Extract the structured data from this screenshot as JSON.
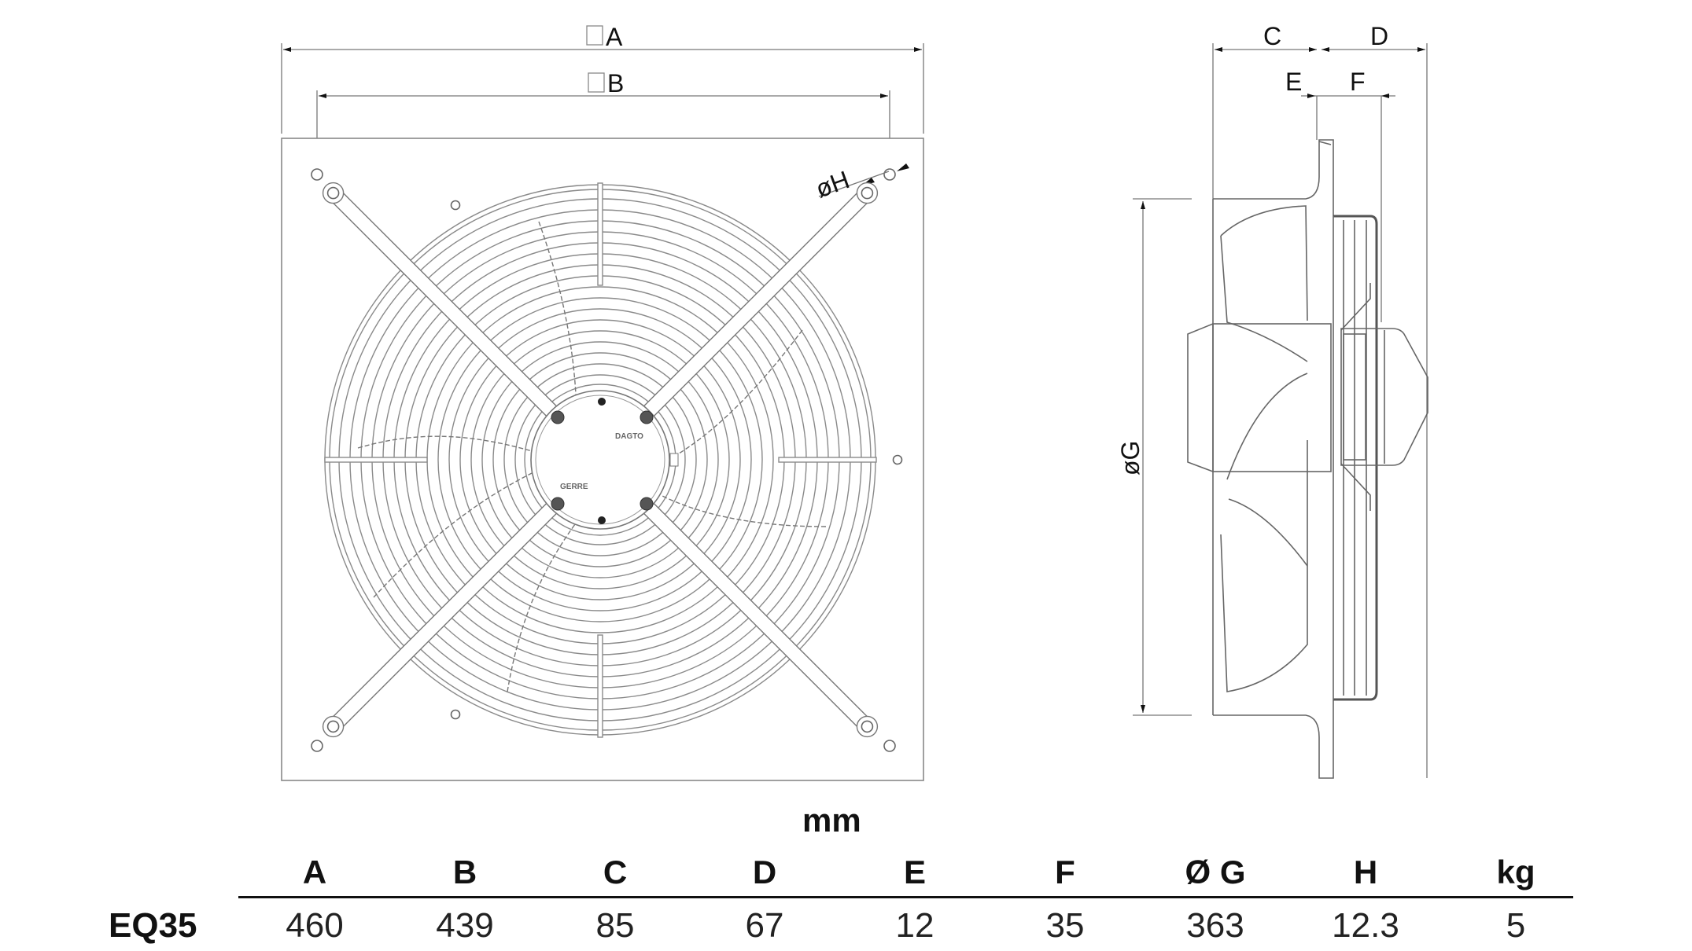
{
  "drawing": {
    "front_view": {
      "dim_A_label": "A",
      "dim_B_label": "B",
      "dim_H_label": "H",
      "hub_text_1": "DAGTO",
      "hub_text_2": "GERRE"
    },
    "side_view": {
      "dim_C_label": "C",
      "dim_D_label": "D",
      "dim_E_label": "E",
      "dim_F_label": "F",
      "dim_G_label": "G"
    },
    "symbols": {
      "square": "□",
      "diameter": "ø"
    }
  },
  "table": {
    "unit": "mm",
    "headers": [
      "A",
      "B",
      "C",
      "D",
      "E",
      "F",
      "Ø G",
      "H",
      "kg"
    ],
    "rows": [
      {
        "model": "EQ35",
        "values": [
          "460",
          "439",
          "85",
          "67",
          "12",
          "35",
          "363",
          "12.3",
          "5"
        ]
      }
    ]
  },
  "chart_data": {
    "type": "table",
    "title": "Fan dimensions",
    "unit": "mm",
    "columns": [
      "A",
      "B",
      "C",
      "D",
      "E",
      "F",
      "Ø G",
      "H",
      "kg"
    ],
    "rows": [
      {
        "model": "EQ35",
        "A": 460,
        "B": 439,
        "C": 85,
        "D": 67,
        "E": 12,
        "F": 35,
        "ØG": 363,
        "H": 12.3,
        "kg": 5
      }
    ]
  }
}
